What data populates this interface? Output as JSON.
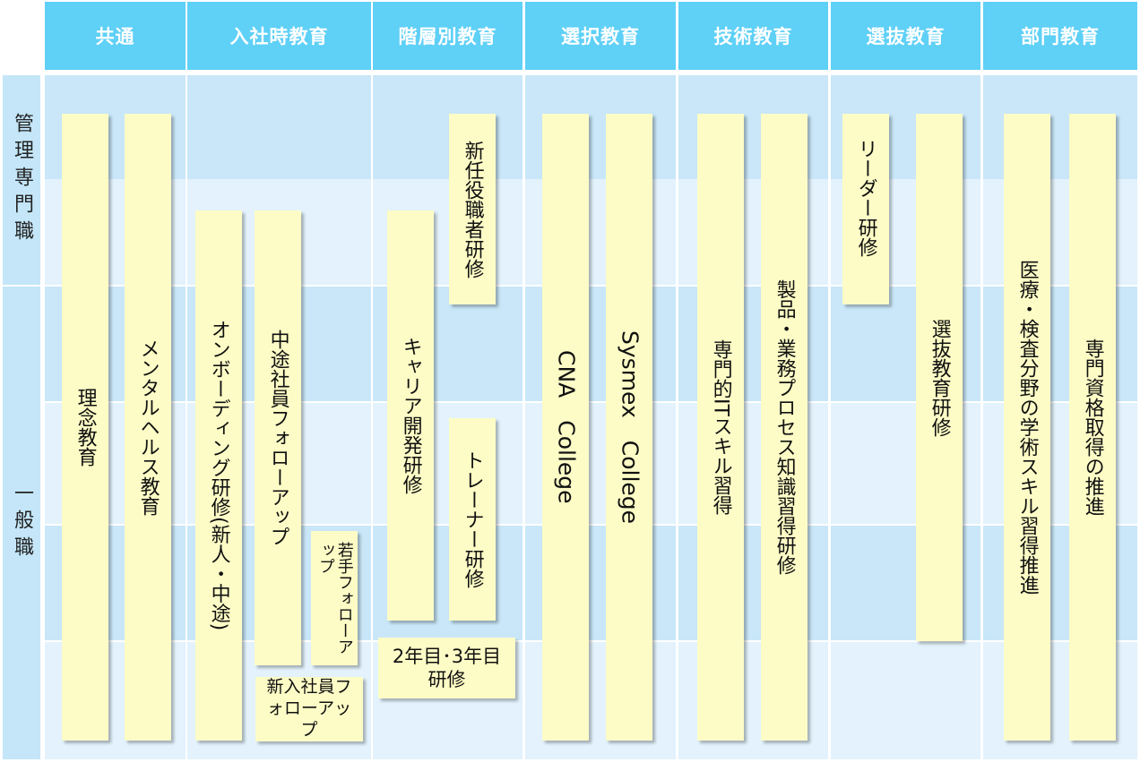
{
  "headers": [
    "共通",
    "入社時教育",
    "階層別教育",
    "選択教育",
    "技術教育",
    "選抜教育",
    "部門教育"
  ],
  "rows": {
    "manager": "管理専門職",
    "general": "一般職"
  },
  "colors": {
    "header": "#5fd0f6",
    "band_dark": "#c4e6f8",
    "band_light": "#e2f2fc",
    "bar": "#fdfcc6"
  },
  "programs": {
    "rinen": "理念教育",
    "mental": "メンタルヘルス教育",
    "onboarding": "オンボーディング研修(新人・中途)",
    "chuto": "中途社員フォローアップ",
    "wakate": "若手フォローアップ",
    "shinnyu": "新入社員フォローアップ",
    "shinnin": "新任役職者研修",
    "career": "キャリア開発研修",
    "trainer": "トレーナー研修",
    "nen23": "2年目･3年目研修",
    "cna": "CNA　College",
    "sysmex": "Sysmex　College",
    "it": "専門的ITスキル習得",
    "seihin": "製品・業務プロセス知識習得研修",
    "leader": "リーダー研修",
    "senbatsu": "選抜教育研修",
    "iryo": "医療・検査分野の学術スキル習得推進",
    "shikaku": "専門資格取得の推進"
  }
}
